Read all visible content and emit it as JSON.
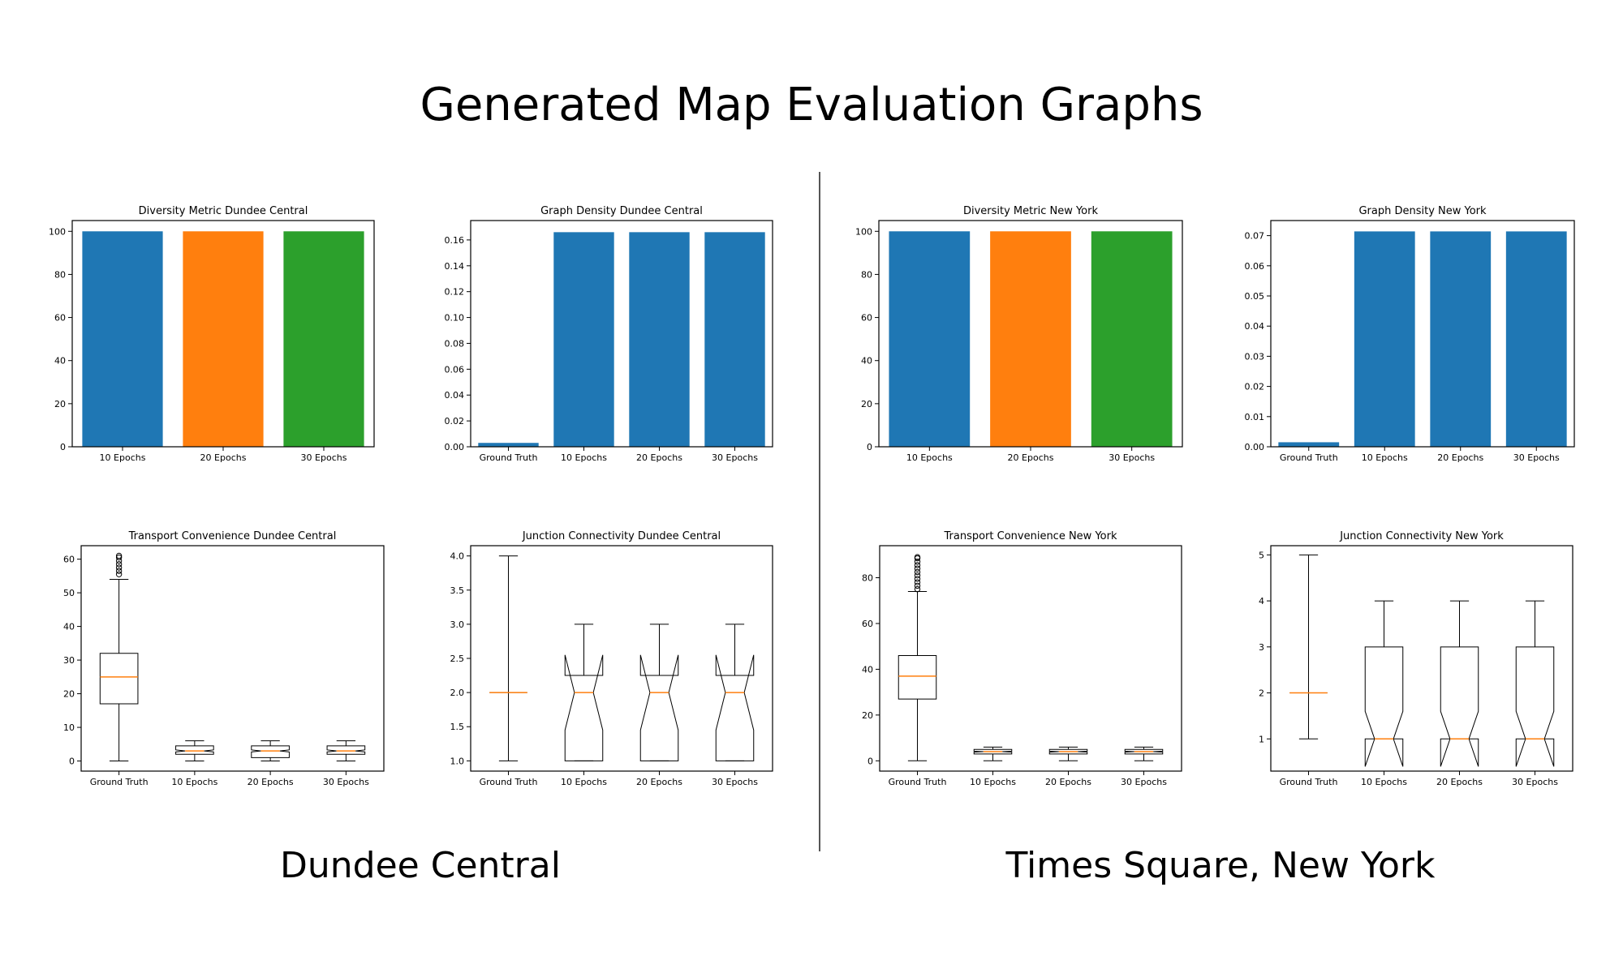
{
  "page": {
    "title": "Generated Map Evaluation Graphs",
    "groups": [
      "Dundee Central",
      "Times Square, New York"
    ]
  },
  "colors": {
    "blue": "#1f77b4",
    "orange": "#ff7f0e",
    "green": "#2ca02c",
    "median": "#ff7f0e"
  },
  "chart_data": [
    {
      "id": "div-dundee",
      "type": "bar",
      "title": "Diversity Metric Dundee Central",
      "categories": [
        "10 Epochs",
        "20 Epochs",
        "30 Epochs"
      ],
      "values": [
        100,
        100,
        100
      ],
      "colors": [
        "#1f77b4",
        "#ff7f0e",
        "#2ca02c"
      ],
      "ylim": [
        0,
        105
      ],
      "yticks": [
        0,
        20,
        40,
        60,
        80,
        100
      ],
      "tick_decimals": 0,
      "xlabel": "",
      "ylabel": "",
      "grid": false
    },
    {
      "id": "dens-dundee",
      "type": "bar",
      "title": "Graph Density Dundee Central",
      "categories": [
        "Ground Truth",
        "10 Epochs",
        "20 Epochs",
        "30 Epochs"
      ],
      "values": [
        0.003,
        0.166,
        0.166,
        0.166
      ],
      "colors": [
        "#1f77b4",
        "#1f77b4",
        "#1f77b4",
        "#1f77b4"
      ],
      "ylim": [
        0,
        0.175
      ],
      "yticks": [
        0,
        0.02,
        0.04,
        0.06,
        0.08,
        0.1,
        0.12,
        0.14,
        0.16
      ],
      "tick_decimals": 2,
      "xlabel": "",
      "ylabel": "",
      "grid": false
    },
    {
      "id": "div-ny",
      "type": "bar",
      "title": "Diversity Metric New York",
      "categories": [
        "10 Epochs",
        "20 Epochs",
        "30 Epochs"
      ],
      "values": [
        100,
        100,
        100
      ],
      "colors": [
        "#1f77b4",
        "#ff7f0e",
        "#2ca02c"
      ],
      "ylim": [
        0,
        105
      ],
      "yticks": [
        0,
        20,
        40,
        60,
        80,
        100
      ],
      "tick_decimals": 0,
      "xlabel": "",
      "ylabel": "",
      "grid": false
    },
    {
      "id": "dens-ny",
      "type": "bar",
      "title": "Graph Density New York",
      "categories": [
        "Ground Truth",
        "10 Epochs",
        "20 Epochs",
        "30 Epochs"
      ],
      "values": [
        0.0015,
        0.0714,
        0.0714,
        0.0714
      ],
      "colors": [
        "#1f77b4",
        "#1f77b4",
        "#1f77b4",
        "#1f77b4"
      ],
      "ylim": [
        0,
        0.075
      ],
      "yticks": [
        0,
        0.01,
        0.02,
        0.03,
        0.04,
        0.05,
        0.06,
        0.07
      ],
      "tick_decimals": 2,
      "xlabel": "",
      "ylabel": "",
      "grid": false
    },
    {
      "id": "tc-dundee",
      "type": "box",
      "title": "Transport Convenience Dundee Central",
      "categories": [
        "Ground Truth",
        "10 Epochs",
        "20 Epochs",
        "30 Epochs"
      ],
      "ylim": [
        -3,
        64
      ],
      "yticks": [
        0,
        10,
        20,
        30,
        40,
        50,
        60
      ],
      "tick_decimals": 0,
      "boxes": [
        {
          "whislo": 0,
          "q1": 17,
          "med": 25,
          "q3": 32,
          "whishi": 54,
          "notch": false,
          "fliers": [
            55.5,
            56.5,
            57.5,
            58.5,
            59.5,
            60.5,
            61
          ]
        },
        {
          "whislo": 0,
          "q1": 2,
          "med": 3,
          "q3": 4.5,
          "whishi": 6,
          "notch": true,
          "notch_lo": 2.7,
          "notch_hi": 3.3,
          "fliers": []
        },
        {
          "whislo": 0,
          "q1": 1,
          "med": 3,
          "q3": 4.5,
          "whishi": 6,
          "notch": true,
          "notch_lo": 2.7,
          "notch_hi": 3.3,
          "fliers": []
        },
        {
          "whislo": 0,
          "q1": 2,
          "med": 3,
          "q3": 4.5,
          "whishi": 6,
          "notch": true,
          "notch_lo": 2.7,
          "notch_hi": 3.3,
          "fliers": []
        }
      ],
      "xlabel": "",
      "ylabel": "",
      "grid": false
    },
    {
      "id": "jc-dundee",
      "type": "box",
      "title": "Junction Connectivity Dundee Central",
      "categories": [
        "Ground Truth",
        "10 Epochs",
        "20 Epochs",
        "30 Epochs"
      ],
      "ylim": [
        0.85,
        4.15
      ],
      "yticks": [
        1.0,
        1.5,
        2.0,
        2.5,
        3.0,
        3.5,
        4.0
      ],
      "tick_decimals": 1,
      "boxes": [
        {
          "whislo": 1,
          "q1": 2,
          "med": 2,
          "q3": 2,
          "whishi": 4,
          "notch": false,
          "fliers": []
        },
        {
          "whislo": 1,
          "q1": 1,
          "med": 2,
          "q3": 2.25,
          "whishi": 3,
          "notch": true,
          "notch_lo": 1.45,
          "notch_hi": 2.55,
          "fliers": []
        },
        {
          "whislo": 1,
          "q1": 1,
          "med": 2,
          "q3": 2.25,
          "whishi": 3,
          "notch": true,
          "notch_lo": 1.45,
          "notch_hi": 2.55,
          "fliers": []
        },
        {
          "whislo": 1,
          "q1": 1,
          "med": 2,
          "q3": 2.25,
          "whishi": 3,
          "notch": true,
          "notch_lo": 1.45,
          "notch_hi": 2.55,
          "fliers": []
        }
      ],
      "xlabel": "",
      "ylabel": "",
      "grid": false
    },
    {
      "id": "tc-ny",
      "type": "box",
      "title": "Transport Convenience New York",
      "categories": [
        "Ground Truth",
        "10 Epochs",
        "20 Epochs",
        "30 Epochs"
      ],
      "ylim": [
        -4.5,
        94
      ],
      "yticks": [
        0,
        20,
        40,
        60,
        80
      ],
      "tick_decimals": 0,
      "boxes": [
        {
          "whislo": 0,
          "q1": 27,
          "med": 37,
          "q3": 46,
          "whishi": 74,
          "notch": false,
          "fliers": [
            75,
            76.5,
            78,
            79.5,
            81,
            82.5,
            84,
            85.5,
            87,
            88.5,
            89
          ]
        },
        {
          "whislo": 0,
          "q1": 3,
          "med": 4,
          "q3": 5,
          "whishi": 6,
          "notch": true,
          "notch_lo": 3.8,
          "notch_hi": 4.2,
          "fliers": []
        },
        {
          "whislo": 0,
          "q1": 3,
          "med": 4,
          "q3": 5,
          "whishi": 6,
          "notch": true,
          "notch_lo": 3.8,
          "notch_hi": 4.2,
          "fliers": []
        },
        {
          "whislo": 0,
          "q1": 3,
          "med": 4,
          "q3": 5,
          "whishi": 6,
          "notch": true,
          "notch_lo": 3.8,
          "notch_hi": 4.2,
          "fliers": []
        }
      ],
      "xlabel": "",
      "ylabel": "",
      "grid": false
    },
    {
      "id": "jc-ny",
      "type": "box",
      "title": "Junction Connectivity New York",
      "categories": [
        "Ground Truth",
        "10 Epochs",
        "20 Epochs",
        "30 Epochs"
      ],
      "ylim": [
        0.3,
        5.2
      ],
      "yticks": [
        1,
        2,
        3,
        4,
        5
      ],
      "tick_decimals": 0,
      "boxes": [
        {
          "whislo": 1,
          "q1": 2,
          "med": 2,
          "q3": 2,
          "whishi": 5,
          "notch": false,
          "fliers": []
        },
        {
          "whislo": 1,
          "q1": 1,
          "med": 1,
          "q3": 3,
          "whishi": 4,
          "notch": true,
          "notch_lo": 0.4,
          "notch_hi": 1.6,
          "fliers": []
        },
        {
          "whislo": 1,
          "q1": 1,
          "med": 1,
          "q3": 3,
          "whishi": 4,
          "notch": true,
          "notch_lo": 0.4,
          "notch_hi": 1.6,
          "fliers": []
        },
        {
          "whislo": 1,
          "q1": 1,
          "med": 1,
          "q3": 3,
          "whishi": 4,
          "notch": true,
          "notch_lo": 0.4,
          "notch_hi": 1.6,
          "fliers": []
        }
      ],
      "xlabel": "",
      "ylabel": "",
      "grid": false
    }
  ]
}
